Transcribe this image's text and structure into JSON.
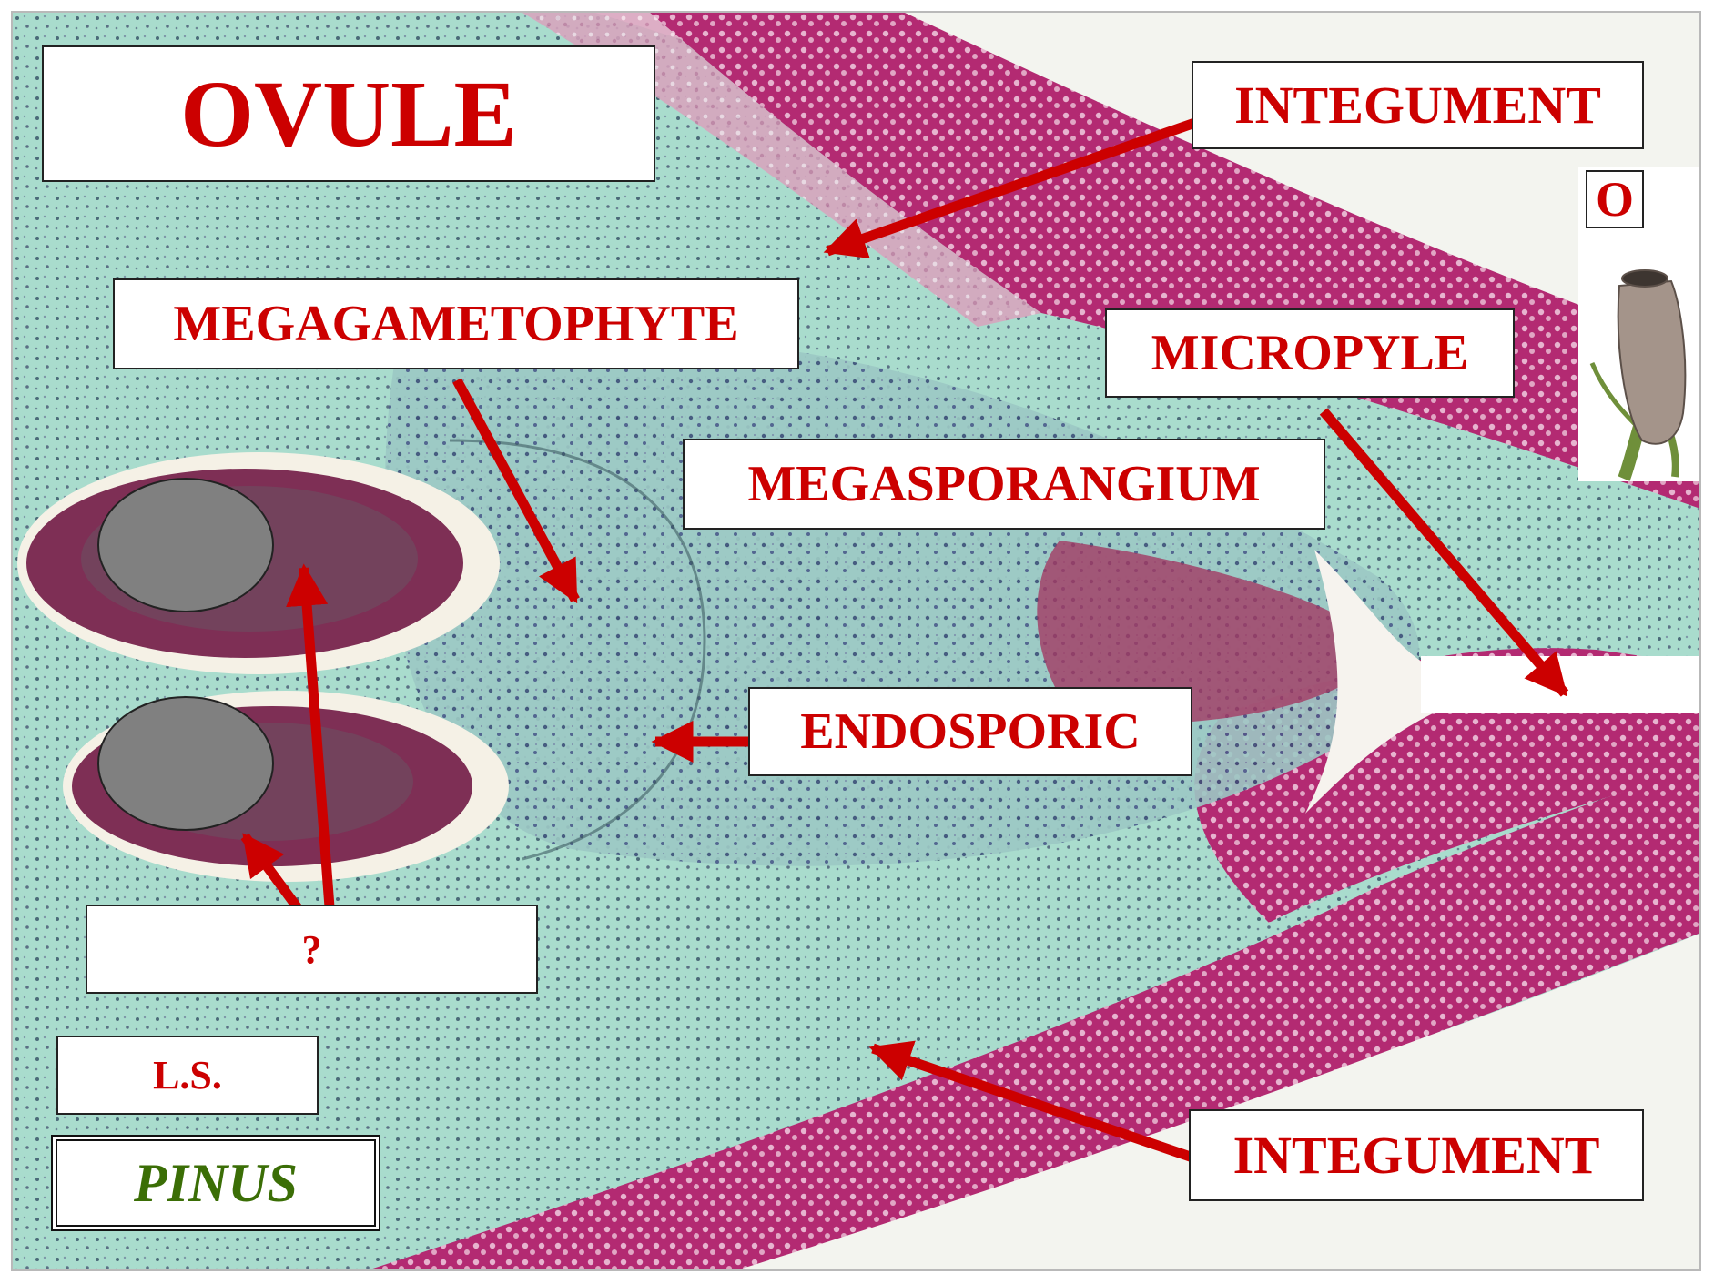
{
  "title": "OVULE",
  "labels": {
    "integument_top": "INTEGUMENT",
    "o_marker": "O",
    "megagametophyte": "MEGAGAMETOPHYTE",
    "micropyle": "MICROPYLE",
    "megasporangium": "MEGASPORANGIUM",
    "endosporic": "ENDOSPORIC",
    "unknown": "?",
    "section": "L.S.",
    "genus": "PINUS",
    "integument_bottom": "INTEGUMENT"
  },
  "colors": {
    "label_text": "#cc0000",
    "arrow": "#cc0000",
    "genus_text": "#3b6e06",
    "tissue_green": "#a6dacb",
    "tissue_magenta": "#b8266e",
    "archegonium_cover": "#808080"
  }
}
